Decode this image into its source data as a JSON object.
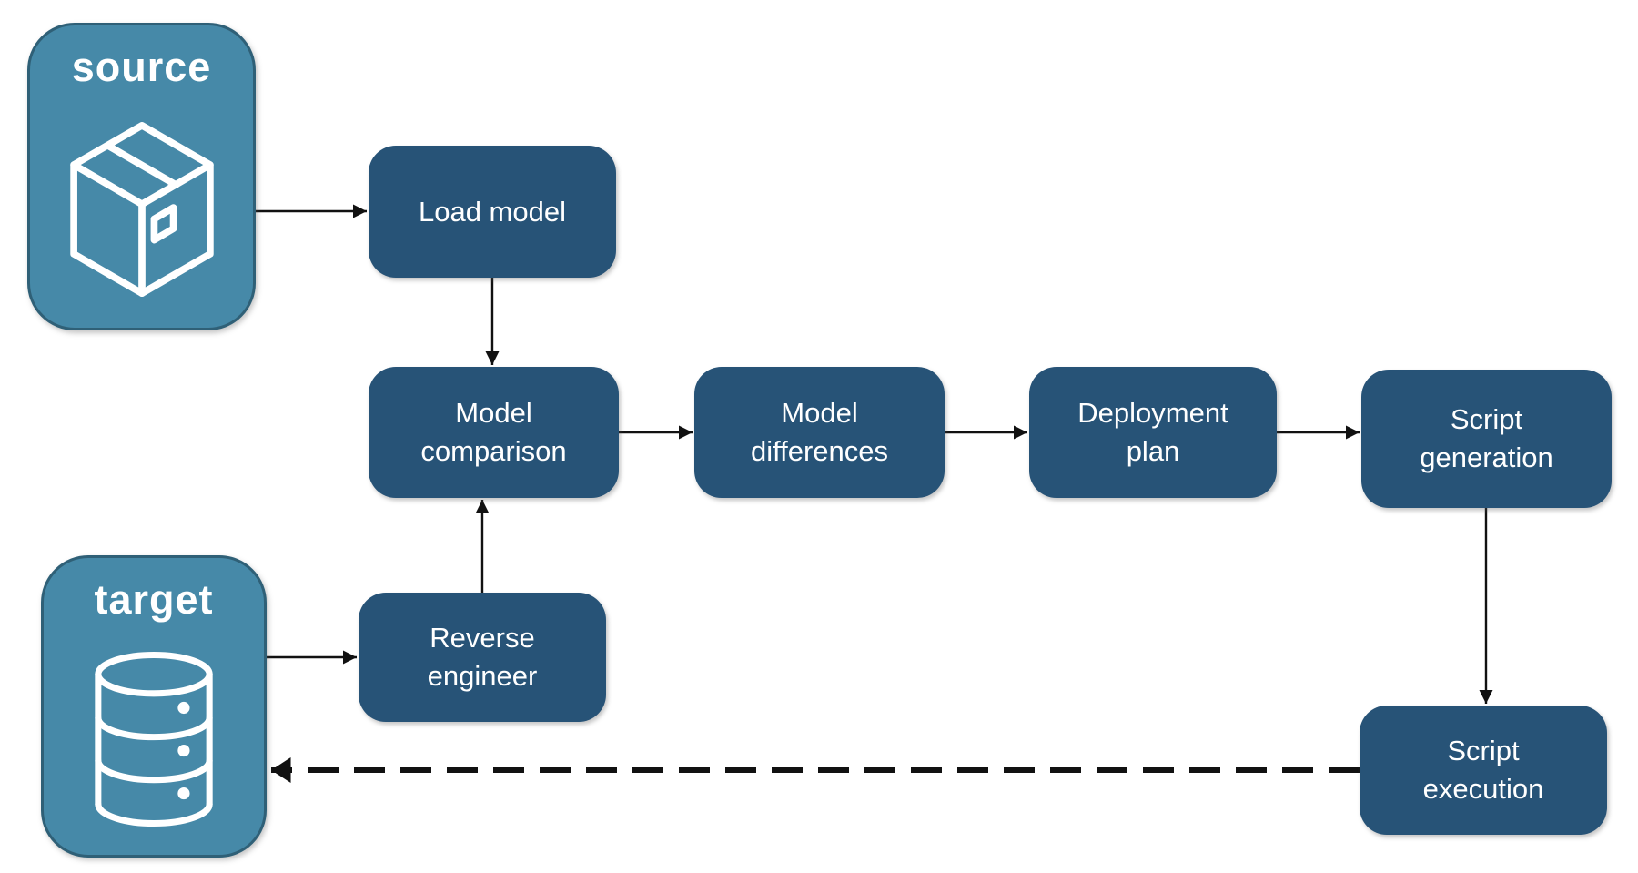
{
  "diagram": {
    "background": "#ffffff",
    "colors": {
      "process_fill": "#275377",
      "endpoint_fill": "#4689A8",
      "endpoint_border": "#2F6077",
      "arrow": "#111111",
      "label_text": "#ffffff"
    },
    "endpoints": {
      "source": {
        "label": "source",
        "icon": "package-icon"
      },
      "target": {
        "label": "target",
        "icon": "database-icon"
      }
    },
    "nodes": {
      "load_model": {
        "label": "Load model"
      },
      "model_comparison": {
        "label": "Model comparison"
      },
      "model_differences": {
        "label": "Model differences"
      },
      "deployment_plan": {
        "label": "Deployment plan"
      },
      "script_generation": {
        "label": "Script generation"
      },
      "reverse_engineer": {
        "label": "Reverse engineer"
      },
      "script_execution": {
        "label": "Script execution"
      }
    },
    "edges": [
      {
        "from": "source",
        "to": "load_model",
        "style": "solid"
      },
      {
        "from": "load_model",
        "to": "model_comparison",
        "style": "solid"
      },
      {
        "from": "model_comparison",
        "to": "model_differences",
        "style": "solid"
      },
      {
        "from": "model_differences",
        "to": "deployment_plan",
        "style": "solid"
      },
      {
        "from": "deployment_plan",
        "to": "script_generation",
        "style": "solid"
      },
      {
        "from": "script_generation",
        "to": "script_execution",
        "style": "solid"
      },
      {
        "from": "target",
        "to": "reverse_engineer",
        "style": "solid"
      },
      {
        "from": "reverse_engineer",
        "to": "model_comparison",
        "style": "solid"
      },
      {
        "from": "script_execution",
        "to": "target",
        "style": "dashed"
      }
    ]
  }
}
